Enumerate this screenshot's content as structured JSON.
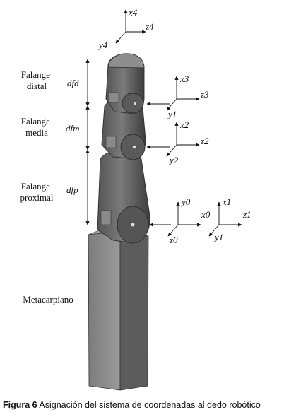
{
  "segments": {
    "distal": [
      "Falange",
      "distal"
    ],
    "media": [
      "Falange",
      "media"
    ],
    "proximal": [
      "Falange",
      "proximal"
    ],
    "metacarpiano": "Metacarpiano"
  },
  "dimensions": {
    "distal": "dfd",
    "media": "dfm",
    "proximal": "dfp"
  },
  "frames": {
    "tip": {
      "x": "x4",
      "y": "y4",
      "z": "z4"
    },
    "joint3": {
      "x": "x3",
      "y": "y1",
      "z": "z3"
    },
    "joint2": {
      "x": "x2",
      "y": "y2",
      "z": "z2"
    },
    "joint0": {
      "x": "y0",
      "y": "z0",
      "z": "x0"
    },
    "base": {
      "x": "x1",
      "y": "y1",
      "z": "z1"
    }
  },
  "caption": {
    "label": "Figura 6",
    "text": " Asignación del sistema de coordenadas al dedo robótico"
  },
  "colors": {
    "finger_dark": "#4a4a4a",
    "finger_mid": "#6e6e6e",
    "finger_light": "#9a9a9a",
    "base_front": "#8a8a8a",
    "base_side": "#5a5a5a"
  }
}
